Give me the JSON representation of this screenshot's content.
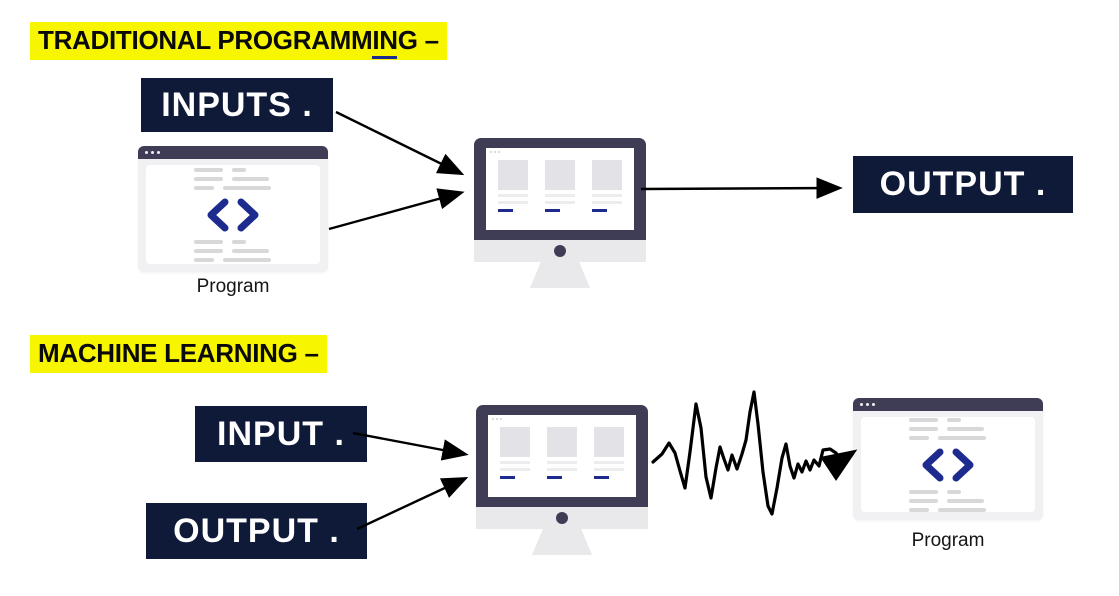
{
  "diagram": {
    "traditional": {
      "title": "TRADITIONAL PROGRAMMING –",
      "inputs_box": "INPUTS .",
      "program_label": "Program",
      "output_box": "OUTPUT ."
    },
    "machine_learning": {
      "title": "MACHINE LEARNING –",
      "input_box": "INPUT .",
      "output_box": "OUTPUT .",
      "program_label": "Program"
    },
    "icons": {
      "code_icon": "< >",
      "window_dots": "•••",
      "monitor_camera": "dot"
    },
    "colors": {
      "highlight_yellow": "#f8f500",
      "navy_box": "#0f1a38",
      "accent_blue": "#1d2b8f",
      "monitor_frame": "#3f3d56",
      "arrow_black": "#000000"
    }
  }
}
